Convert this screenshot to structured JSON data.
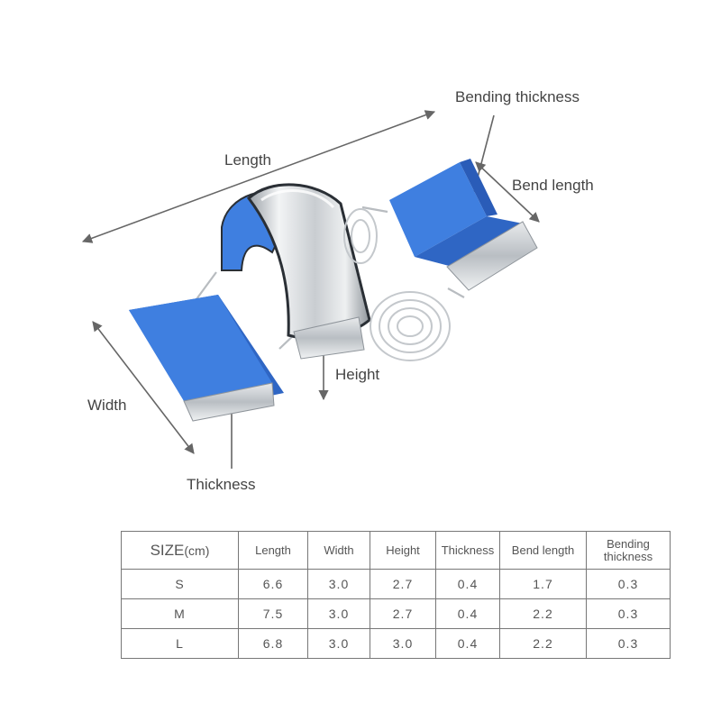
{
  "labels": {
    "bending_thickness": "Bending thickness",
    "length": "Length",
    "bend_length": "Bend length",
    "height": "Height",
    "width": "Width",
    "thickness": "Thickness"
  },
  "table": {
    "size_label": "SIZE",
    "size_unit": "(cm)",
    "headers": [
      "Length",
      "Width",
      "Height",
      "Thickness",
      "Bend length",
      "Bending thickness"
    ],
    "rows": [
      {
        "size": "S",
        "length": "6.6",
        "width": "3.0",
        "height": "2.7",
        "thickness": "0.4",
        "bend_length": "1.7",
        "bending_thickness": "0.3"
      },
      {
        "size": "M",
        "length": "7.5",
        "width": "3.0",
        "height": "2.7",
        "thickness": "0.4",
        "bend_length": "2.2",
        "bending_thickness": "0.3"
      },
      {
        "size": "L",
        "length": "6.8",
        "width": "3.0",
        "height": "3.0",
        "thickness": "0.4",
        "bend_length": "2.2",
        "bending_thickness": "0.3"
      }
    ]
  },
  "colors": {
    "foam_blue": "#3f7fe0",
    "metal": "#cfd3d6",
    "arrow": "#666666"
  }
}
